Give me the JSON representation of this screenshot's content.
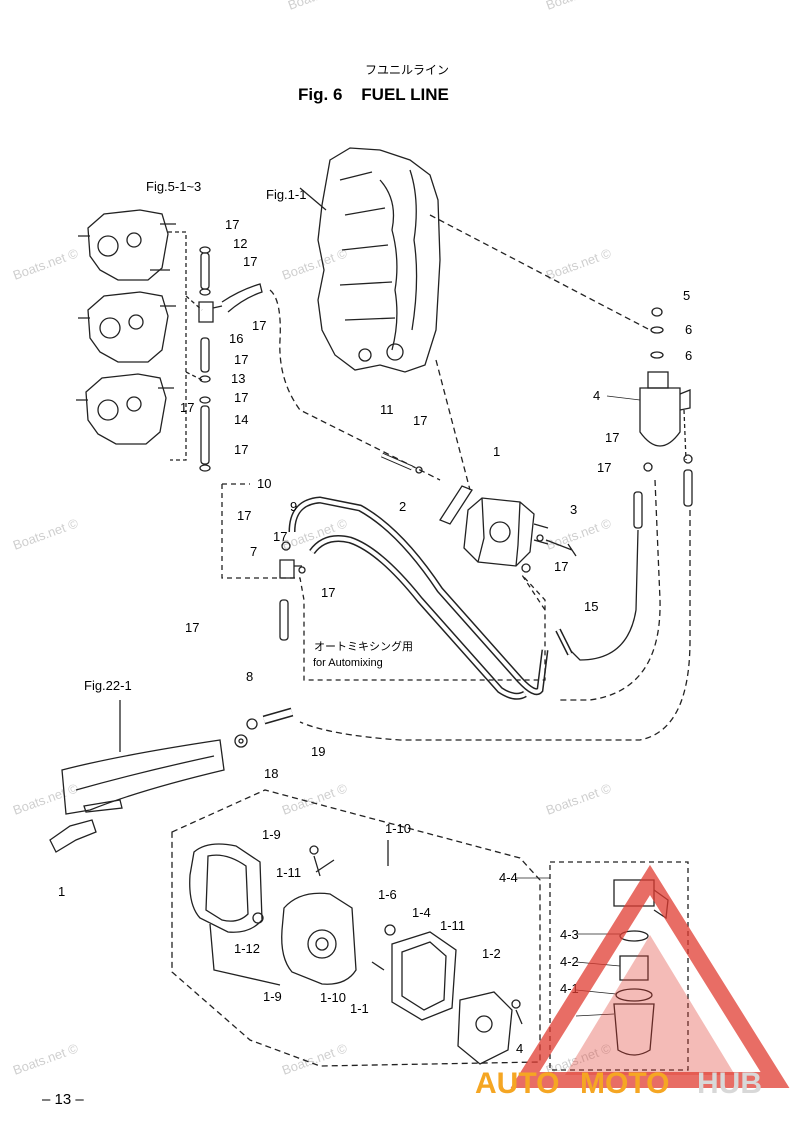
{
  "title": {
    "japanese": "フユニルライン",
    "main": "Fig. 6    FUEL LINE"
  },
  "references": [
    "Fig.5-1~3",
    "Fig.1-1",
    "Fig.22-1"
  ],
  "automixing_note": {
    "japanese": "オートミキシング用",
    "english": "for Automixing"
  },
  "part_labels": [
    "17",
    "12",
    "17",
    "17",
    "16",
    "17",
    "13",
    "17",
    "17",
    "14",
    "17",
    "5",
    "6",
    "6",
    "4",
    "17",
    "17",
    "11",
    "17",
    "1",
    "2",
    "3",
    "17",
    "15",
    "10",
    "9",
    "17",
    "7",
    "17",
    "17",
    "17",
    "8",
    "19",
    "18",
    "1",
    "1-10",
    "1-9",
    "1-11",
    "1-6",
    "1-4",
    "1-11",
    "1-12",
    "1-9",
    "1-10",
    "1-1",
    "1-2",
    "4",
    "4-4",
    "4-3",
    "4-2",
    "4-1"
  ],
  "watermark": "Boats.net ©",
  "page_number": "– 13 –",
  "brand": {
    "part1": "AUTO",
    "part2": "MOTO",
    "part3": "HUB",
    "color_accent": "#f5a623",
    "color_gray": "#d0d0d0",
    "color_red": "#e03c31"
  }
}
